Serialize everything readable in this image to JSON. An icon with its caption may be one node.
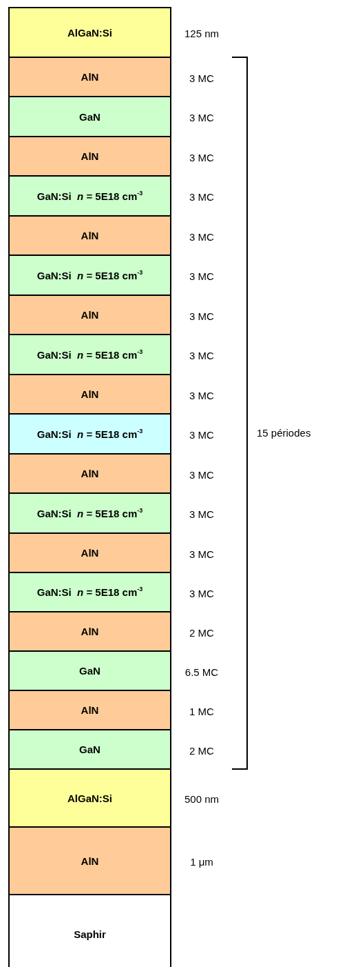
{
  "diagram": {
    "nodes": [
      {
        "text": [
          "AlGaN:Si"
        ],
        "beside": [
          "125 nm"
        ]
      },
      {
        "text": [
          "AlN"
        ],
        "beside": [
          "3 MC"
        ]
      },
      {
        "text": [
          "GaN"
        ],
        "beside": [
          "3 MC"
        ]
      },
      {
        "text": [
          "AlN"
        ],
        "beside": [
          "3 MC"
        ]
      },
      {
        "text": [
          "GaN:Si  *n* = 5E18 cm$^{-3}$"
        ],
        "beside": [
          "3 MC"
        ]
      },
      {
        "text": [
          "AlN"
        ],
        "beside": [
          "3 MC"
        ]
      },
      {
        "text": [
          "GaN:Si  *n* = 5E18 cm$^{-3}$"
        ],
        "beside": [
          "3 MC"
        ]
      },
      {
        "text": [
          "AlN"
        ],
        "beside": [
          "3 MC"
        ]
      },
      {
        "text": [
          "GaN:Si  *n* = 5E18 cm$^{-3}$"
        ],
        "beside": [
          "3 MC"
        ]
      },
      {
        "text": [
          "AlN"
        ],
        "beside": [
          "3 MC"
        ]
      },
      {
        "text": [
          "GaN:Si  *n* = 5E18 cm$^{-3}$"
        ],
        "beside": [
          "3 MC"
        ]
      },
      {
        "text": [
          "AlN"
        ],
        "beside": [
          "3 MC"
        ]
      },
      {
        "text": [
          "GaN:Si  *n* = 5E18 cm$^{-3}$"
        ],
        "beside": [
          "3 MC"
        ]
      },
      {
        "text": [
          "AlN"
        ],
        "beside": [
          "3 MC"
        ]
      },
      {
        "text": [
          "GaN:Si  *n* = 5E18 cm$^{-3}$"
        ],
        "beside": [
          "3 MC"
        ]
      },
      {
        "text": [
          "AlN"
        ],
        "beside": [
          "2 MC"
        ]
      },
      {
        "text": [
          "GaN"
        ],
        "beside": [
          "6.5 MC"
        ]
      },
      {
        "text": [
          "AlN"
        ],
        "beside": [
          "1 MC"
        ]
      },
      {
        "text": [
          "GaN"
        ],
        "beside": [
          "2 MC"
        ]
      },
      {
        "text": [
          "AlGaN:Si"
        ],
        "beside": [
          "500 nm"
        ]
      },
      {
        "text": [
          "AlN"
        ],
        "beside": [
          "1 μm"
        ]
      },
      {
        "text": [
          "Saphir"
        ]
      }
    ],
    "labels": [
      "15 périodes"
    ]
  }
}
